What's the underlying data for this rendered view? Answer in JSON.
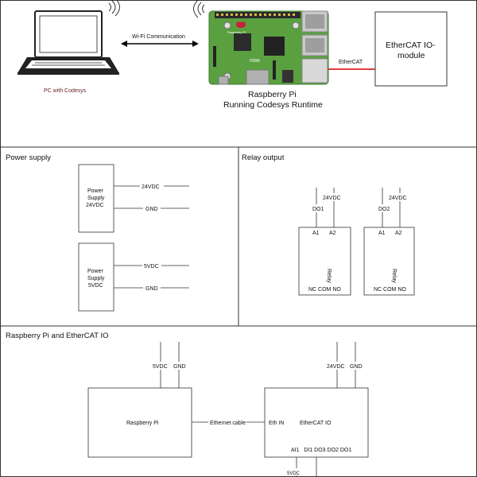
{
  "top": {
    "pc_label": "PC with Codesys",
    "wifi_label": "Wi-Fi Communication",
    "rpi_title": "Raspberry Pi",
    "rpi_subtitle": "Running Codesys Runtime",
    "ethercat_link_label": "EtherCAT",
    "ethercat_module_line1": "EtherCAT IO-",
    "ethercat_module_line2": "module",
    "rpi_board_logo": "Raspberry Pi",
    "rpi_board_text": "HDMI",
    "colors": {
      "pc_label": "#6b1f1f",
      "ethercat_link": "#e02020",
      "board": "#5aa040"
    }
  },
  "power_supply": {
    "title": "Power supply",
    "unit1": {
      "line1": "Power",
      "line2": "Supply",
      "line3": "24VDC",
      "out1": "24VDC",
      "out2": "GND"
    },
    "unit2": {
      "line1": "Power",
      "line2": "Supply",
      "line3": "5VDC",
      "out1": "5VDC",
      "out2": "GND"
    }
  },
  "relay_output": {
    "title": "Relay output",
    "relays": [
      {
        "signal": "DO1",
        "supply": "24VDC",
        "pin_a1": "A1",
        "pin_a2": "A2",
        "body": "Relay",
        "contacts": "NC COM NO"
      },
      {
        "signal": "DO2",
        "supply": "24VDC",
        "pin_a1": "A1",
        "pin_a2": "A2",
        "body": "Relay",
        "contacts": "NC COM NO"
      }
    ]
  },
  "rpi_ethercat": {
    "title": "Raspberry Pi and EtherCAT IO",
    "rpi": {
      "label": "Raspberry Pi",
      "pin_v": "5VDC",
      "pin_gnd": "GND"
    },
    "cable_label": "Ethernet cable",
    "io": {
      "label": "EtherCAT IO",
      "port": "Eth IN",
      "pin_v": "24VDC",
      "pin_gnd": "GND",
      "bottom_pins": "AI1   DI1 DO3 DO2 DO1",
      "bottom_label": "5VDC"
    }
  }
}
